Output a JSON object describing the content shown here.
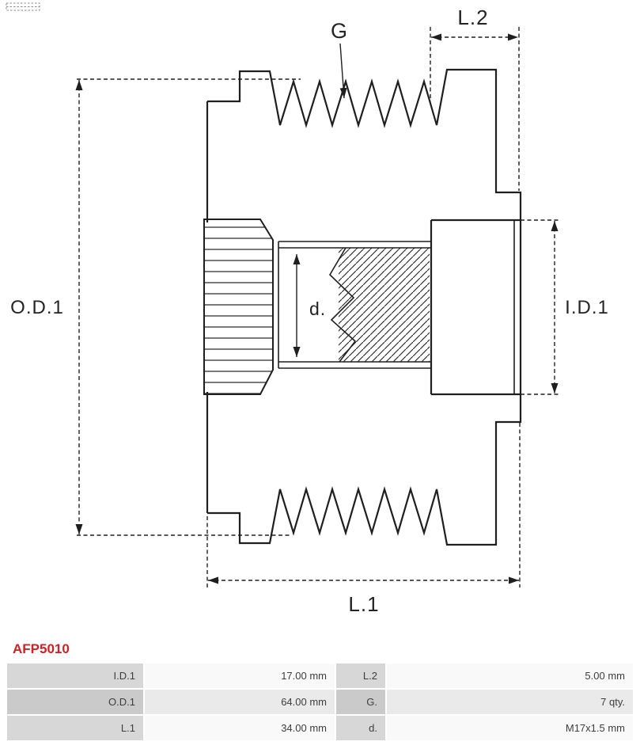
{
  "diagram": {
    "labels": {
      "outer_diameter": "O.D.1",
      "inner_diameter": "I.D.1",
      "length_1": "L.1",
      "length_2": "L.2",
      "grooves": "G",
      "bore": "d."
    }
  },
  "product": {
    "code": "AFP5010",
    "code_color": "#cc2127"
  },
  "spec_table": {
    "rows": [
      {
        "label1": "I.D.1",
        "value1": "17.00 mm",
        "label2": "L.2",
        "value2": "5.00 mm"
      },
      {
        "label1": "O.D.1",
        "value1": "64.00 mm",
        "label2": "G.",
        "value2": "7 qty."
      },
      {
        "label1": "L.1",
        "value1": "34.00 mm",
        "label2": "d.",
        "value2": "M17x1.5 mm"
      }
    ]
  }
}
